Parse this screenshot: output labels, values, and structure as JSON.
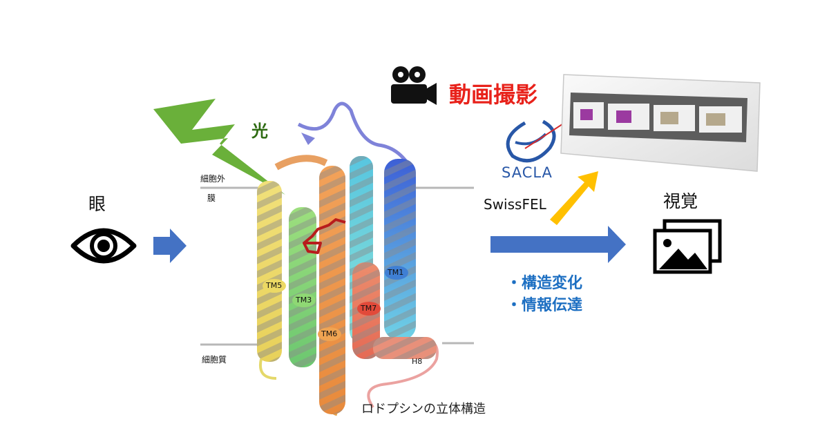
{
  "labels": {
    "eye": "眼",
    "vision": "視覚",
    "light": "光",
    "extracellular": "細胞外",
    "membrane": "膜",
    "cytoplasm": "細胞質",
    "structure_caption": "ロドプシンの立体構造",
    "movie": "動画撮影",
    "sacla": "SACLA",
    "swissfel": "SwissFEL",
    "bullet_1": "・構造変化",
    "bullet_2": "・情報伝達"
  },
  "helices": {
    "tm1": "TM1",
    "tm3": "TM3",
    "tm5": "TM5",
    "tm6": "TM6",
    "tm7": "TM7",
    "h8": "H8"
  },
  "icons": {
    "eye": "eye-icon",
    "camera": "movie-camera-icon",
    "gallery": "image-gallery-icon",
    "lightning": "lightning-bolt-icon",
    "sacla_logo": "sacla-logo-icon"
  },
  "colors": {
    "arrow_blue": "#4472c4",
    "arrow_yellow": "#ffc000",
    "lightning_green": "#6ab03a",
    "movie_red": "#e8221b",
    "bullet_blue": "#1d6fc2",
    "membrane_line": "#b7b7b7"
  }
}
